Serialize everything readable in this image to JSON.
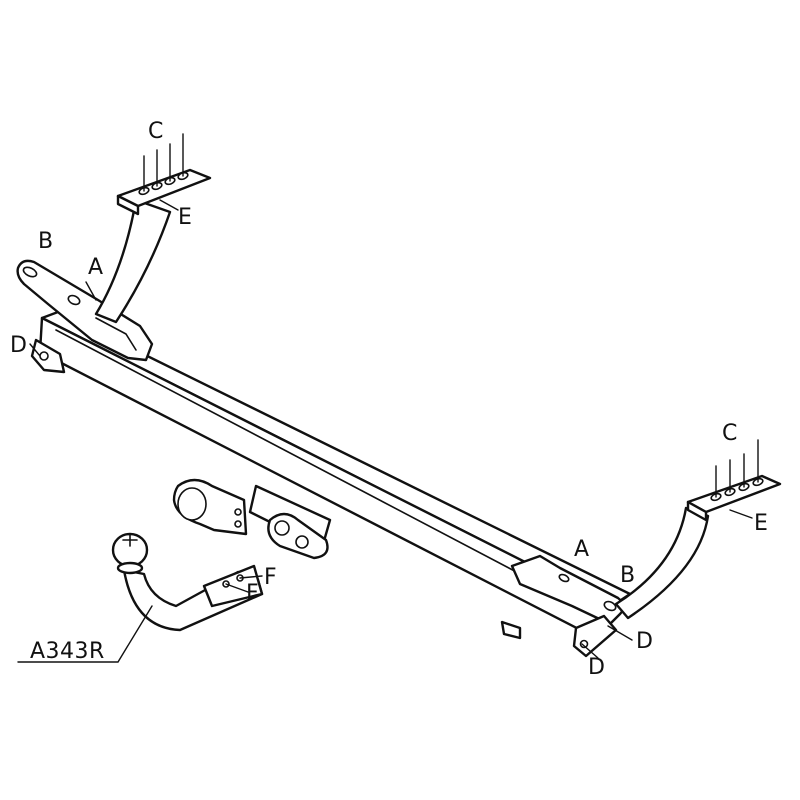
{
  "diagram": {
    "callouts": {
      "a_left": "A",
      "b_left": "B",
      "c_left": "C",
      "d_left": "D",
      "e_left": "E",
      "a_right": "A",
      "b_right": "B",
      "c_right": "C",
      "d_right_1": "D",
      "d_right_2": "D",
      "e_right": "E",
      "f_upper": "F",
      "f_lower": "F"
    },
    "part_code": "A343R"
  }
}
